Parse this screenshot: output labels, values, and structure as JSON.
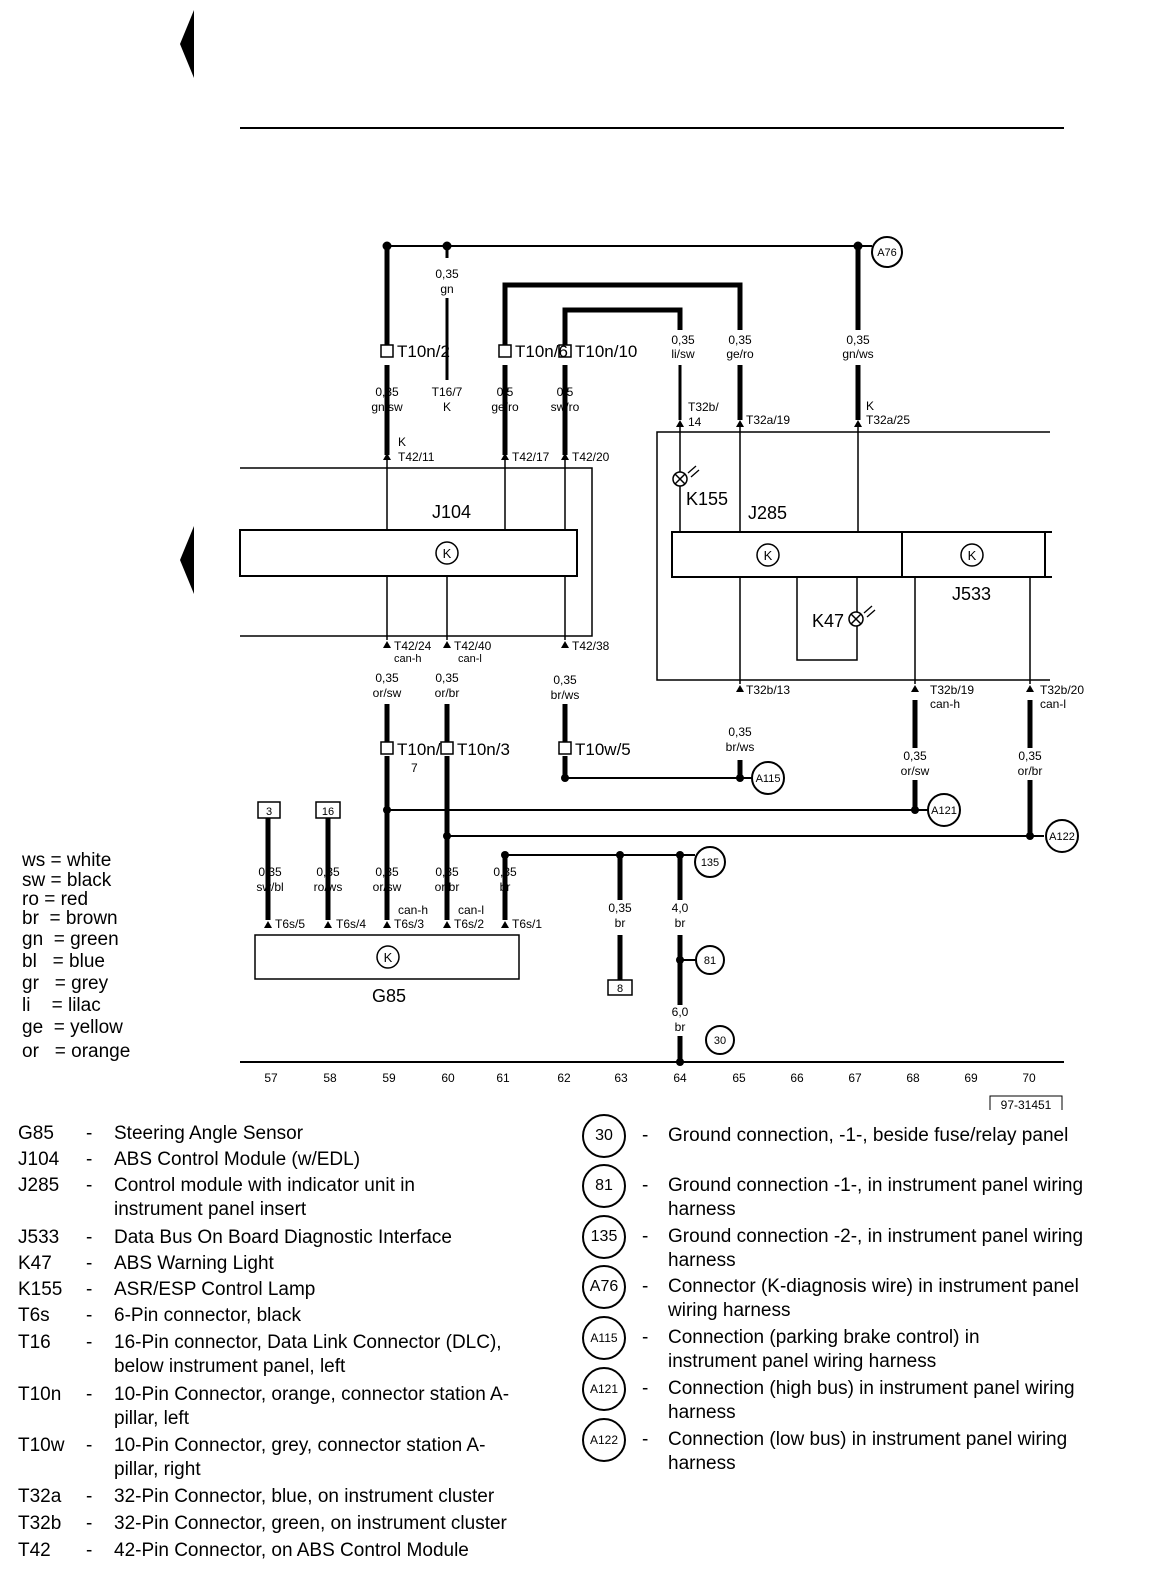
{
  "diagram": {
    "top_wires": [
      {
        "size": "0,35",
        "color": "gn"
      },
      {
        "size": "0,35",
        "color": "li/sw"
      },
      {
        "size": "0,35",
        "color": "ge/ro"
      },
      {
        "size": "0,35",
        "color": "gn/ws"
      }
    ],
    "mid_wires": [
      {
        "size": "0,35",
        "color": "gn/sw"
      },
      {
        "size": "0,5",
        "color": "ge/ro"
      },
      {
        "size": "0,5",
        "color": "sw/ro"
      }
    ],
    "connectors_top": {
      "t10n2": "T10n/2",
      "t10n6": "T10n/6",
      "t10n10": "T10n/10",
      "t16_7": "T16/7",
      "k1": "K",
      "k2": "K",
      "k3": "K",
      "t42_11": "T42/11",
      "t42_17": "T42/17",
      "t42_20": "T42/20",
      "t32b_14a": "T32b/",
      "t32b_14b": "14",
      "t32a_19": "T32a/19",
      "t32a_25": "T32a/25"
    },
    "components": {
      "j104": "J104",
      "j285": "J285",
      "j533": "J533",
      "k155": "K155",
      "k47": "K47",
      "g85": "G85",
      "k_symbol": "K"
    },
    "lower_connectors": {
      "t42_24": "T42/24",
      "t42_24_sig": "can-h",
      "t42_40": "T42/40",
      "t42_40_sig": "can-l",
      "t42_38": "T42/38",
      "t32b_13": "T32b/13",
      "t32b_19": "T32b/19",
      "t32b_19_sig": "can-h",
      "t32b_20": "T32b/20",
      "t32b_20_sig": "can-l",
      "t10n7": "T10n/",
      "t10n7b": "7",
      "t10n3": "T10n/3",
      "t10w5": "T10w/5"
    },
    "lower_wires": [
      {
        "size": "0,35",
        "color": "or/sw"
      },
      {
        "size": "0,35",
        "color": "or/br"
      },
      {
        "size": "0,35",
        "color": "br/ws"
      },
      {
        "size": "0,35",
        "color": "br/ws"
      },
      {
        "size": "0,35",
        "color": "or/sw"
      },
      {
        "size": "0,35",
        "color": "or/br"
      }
    ],
    "g85_wires": [
      {
        "size": "0,35",
        "color": "sw/bl",
        "pin": "T6s/5"
      },
      {
        "size": "0,35",
        "color": "ro/ws",
        "pin": "T6s/4"
      },
      {
        "size": "0,35",
        "color": "or/sw",
        "pin": "T6s/3",
        "sig": "can-h"
      },
      {
        "size": "0,35",
        "color": "or/br",
        "pin": "T6s/2",
        "sig": "can-l"
      },
      {
        "size": "0,35",
        "color": "br",
        "pin": "T6s/1"
      }
    ],
    "ground_wires": [
      {
        "size": "0,35",
        "color": "br"
      },
      {
        "size": "4,0",
        "color": "br"
      },
      {
        "size": "6,0",
        "color": "br"
      }
    ],
    "boxes": {
      "b3": "3",
      "b16": "16",
      "b8": "8"
    },
    "nodes": {
      "a76": "A76",
      "a115": "A115",
      "a121": "A121",
      "a122": "A122",
      "n135": "135",
      "n81": "81",
      "n30": "30"
    },
    "ref_numbers": [
      "57",
      "58",
      "59",
      "60",
      "61",
      "62",
      "63",
      "64",
      "65",
      "66",
      "67",
      "68",
      "69",
      "70"
    ],
    "doc_number": "97-31451"
  },
  "color_key": [
    {
      "code": "ws",
      "name": "white"
    },
    {
      "code": "sw",
      "name": "black"
    },
    {
      "code": "ro",
      "name": "red"
    },
    {
      "code": "br",
      "name": "brown"
    },
    {
      "code": "gn",
      "name": "green"
    },
    {
      "code": "bl",
      "name": "blue"
    },
    {
      "code": "gr",
      "name": "grey"
    },
    {
      "code": "li",
      "name": "lilac"
    },
    {
      "code": "ge",
      "name": "yellow"
    },
    {
      "code": "or",
      "name": "orange"
    }
  ],
  "definitions": [
    {
      "code": "G85",
      "text": "Steering Angle Sensor"
    },
    {
      "code": "J104",
      "text": "ABS Control Module (w/EDL)"
    },
    {
      "code": "J285",
      "text": "Control module with indicator unit in instrument panel insert"
    },
    {
      "code": "J533",
      "text": "Data Bus On Board Diagnostic Interface"
    },
    {
      "code": "K47",
      "text": "ABS Warning Light"
    },
    {
      "code": "K155",
      "text": "ASR/ESP Control Lamp"
    },
    {
      "code": "T6s",
      "text": "6-Pin connector, black"
    },
    {
      "code": "T16",
      "text": "16-Pin connector, Data Link Connector (DLC), below instrument panel, left"
    },
    {
      "code": "T10n",
      "text": "10-Pin Connector, orange, connector station A-pillar, left"
    },
    {
      "code": "T10w",
      "text": "10-Pin Connector, grey, connector station A-pillar, right"
    },
    {
      "code": "T32a",
      "text": "32-Pin Connector, blue, on instrument cluster"
    },
    {
      "code": "T32b",
      "text": "32-Pin Connector, green, on instrument cluster"
    },
    {
      "code": "T42",
      "text": "42-Pin Connector, on ABS Control Module"
    }
  ],
  "grounds": [
    {
      "id": "30",
      "text": "Ground connection, -1-, beside fuse/relay panel"
    },
    {
      "id": "81",
      "text": "Ground connection -1-, in instrument panel wiring harness"
    },
    {
      "id": "135",
      "text": "Ground connection -2-, in instrument panel wiring harness"
    },
    {
      "id": "A76",
      "text": "Connector (K-diagnosis wire) in instrument panel wiring harness"
    },
    {
      "id": "A115",
      "text": "Connection (parking brake control) in instrument panel wiring harness"
    },
    {
      "id": "A121",
      "text": "Connection (high bus) in instrument panel wiring harness"
    },
    {
      "id": "A122",
      "text": "Connection (low bus) in instrument panel wiring harness"
    }
  ],
  "dash": "-",
  "eq": "="
}
